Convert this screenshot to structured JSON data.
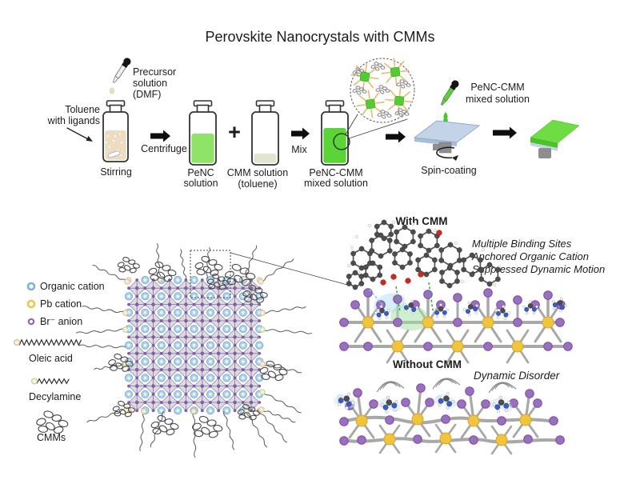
{
  "title": "Perovskite Nanocrystals with CMMs",
  "process": {
    "precursor_label": [
      "Precursor",
      "solution",
      "(DMF)"
    ],
    "toluene_label": [
      "Toluene",
      "with ligands"
    ],
    "stirring_label": "Stirring",
    "centrifuge_label": "Centrifuge",
    "penc_label": [
      "PeNC",
      "solution"
    ],
    "plus_sign": "+",
    "cmm_solution_label": [
      "CMM solution",
      "(toluene)"
    ],
    "mix_label": "Mix",
    "mixed_label": [
      "PeNC-CMM",
      "mixed solution"
    ],
    "spin_dropper_label": [
      "PeNC-CMM",
      "mixed solution"
    ],
    "spin_label": "Spin-coating"
  },
  "legend": {
    "items": [
      {
        "label": "Organic cation",
        "color": "#79b3e2"
      },
      {
        "label": "Pb cation",
        "color": "#e9c94d"
      },
      {
        "label": "Br⁻ anion",
        "color": "#8a68ba"
      },
      {
        "label": "Oleic acid",
        "color": "#e8cfa8"
      },
      {
        "label": "Decylamine",
        "color": "#dde6b0"
      },
      {
        "label": "CMMs",
        "color": "#555555"
      }
    ]
  },
  "panels": {
    "with_cmm": {
      "title": "With CMM",
      "annotations": [
        "Multiple Binding Sites",
        "Anchored Organic Cation",
        "Suppressed Dynamic Motion"
      ],
      "annotation_color": "#6fa8dc"
    },
    "without_cmm": {
      "title": "Without CMM",
      "annotation": "Dynamic Disorder",
      "annotation_color": "#e8963c"
    }
  },
  "colors": {
    "penc_solution_green": "#8fe468",
    "mixed_solution_green": "#5ad437",
    "film_green": "#6edd44",
    "precursor_beige": "#ecdcc2",
    "cmm_solution_beige": "#e4e4d2",
    "substrate_blue": "#c3d4e8",
    "pb_yellow": "#f0c43c",
    "br_purple": "#9a6fc0",
    "organic_cation_blue": "#aed3ee"
  }
}
